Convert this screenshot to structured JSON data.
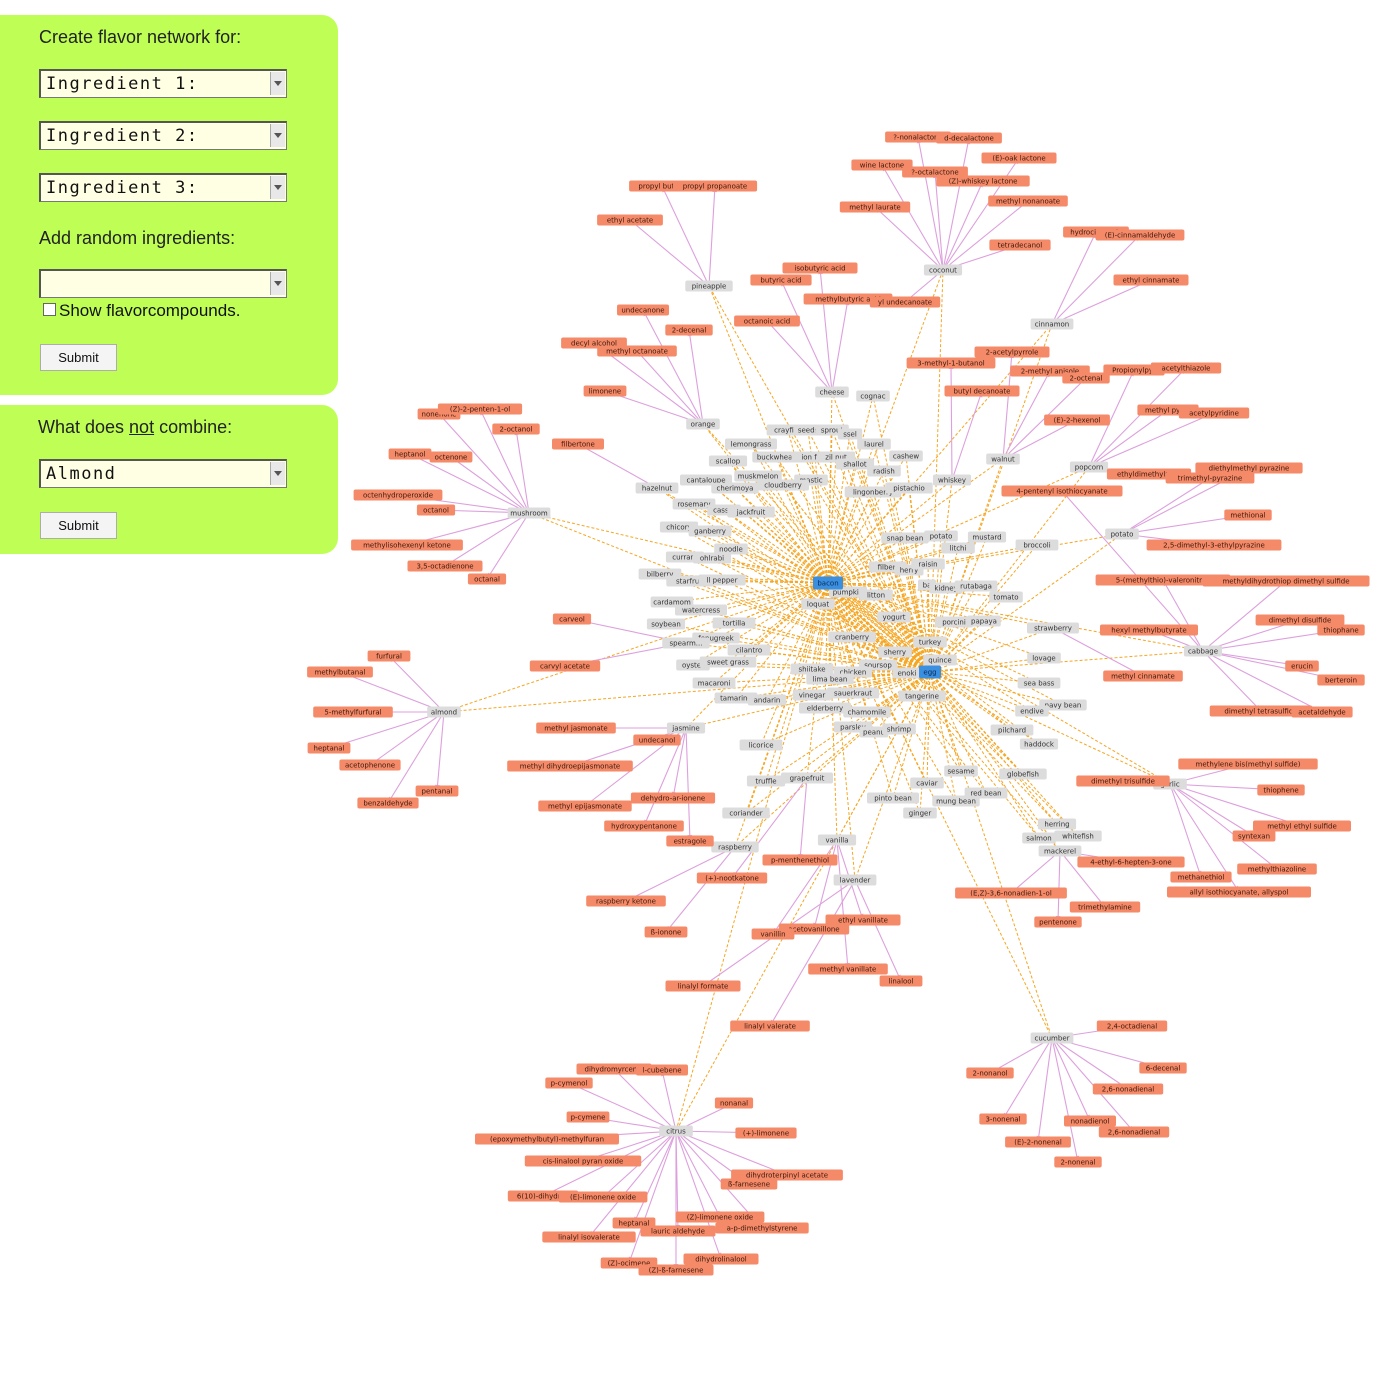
{
  "form": {
    "title": "Create flavor network for:",
    "ingredient1": "Ingredient 1:",
    "ingredient2": "Ingredient 2:",
    "ingredient3": "Ingredient 3:",
    "random_label": "Add random ingredients:",
    "random_value": "",
    "show_compounds": "Show flavorcompounds.",
    "submit": "Submit"
  },
  "notcombine": {
    "title_prefix": "What does ",
    "title_emph": "not",
    "title_suffix": " combine:",
    "selected": "Almond",
    "submit": "Submit"
  },
  "colors": {
    "panel": "#bfff55",
    "center_node": "#3a8fe0",
    "ingredient_node": "#dcdcdc",
    "compound_node": "#f58a68",
    "center_edge": "#f5a623",
    "compound_edge": "#dda0dd"
  },
  "graph": {
    "centers": [
      "bacon",
      "egg"
    ],
    "ingredients": [
      "pineapple",
      "coconut",
      "cinnamon",
      "cheese",
      "cognac",
      "orange",
      "mushroom",
      "almond",
      "walnut",
      "popcorn",
      "potato",
      "cabbage",
      "garlic",
      "whiskey",
      "citrus",
      "cucumber",
      "mackerel",
      "herring",
      "salmon",
      "whitefish",
      "lavender",
      "vanilla",
      "raspberry",
      "jasmine",
      "crayfish",
      "seeds",
      "sprout",
      "ssel",
      "laurel",
      "lemongrass",
      "buckwheat",
      "ion fruit",
      "zil nut",
      "shallot",
      "cashew",
      "scallop",
      "radish",
      "muskmelon",
      "mastic",
      "hazelnut",
      "cantaloupe",
      "cherimoya",
      "cloudberry",
      "lingonberry",
      "pistachio",
      "rosemary",
      "cassia",
      "jackfruit",
      "chicory",
      "ganberry",
      "noodle",
      "snap bean",
      "potato",
      "litchi",
      "mustard",
      "broccoli",
      "currant",
      "ohlrabi",
      "filbert",
      "herry",
      "raisin",
      "bilberry",
      "starfruit",
      "ll pepper",
      "pumpkin",
      "litton",
      "ba",
      "kidney",
      "rutabaga",
      "tomato",
      "cardamom",
      "watercress",
      "loquat",
      "tortilla",
      "yogurt",
      "porcini",
      "papaya",
      "strawberry",
      "soybean",
      "fenugreek",
      "spearm...",
      "cranberry",
      "turkey",
      "cilantro",
      "sherry",
      "quince",
      "lovage",
      "oyster",
      "sweet grass",
      "shiitake",
      "soursop",
      "chicken",
      "enoki",
      "lima bean",
      "sea bass",
      "macaroni",
      "sauerkraut",
      "tangerine",
      "vinegar",
      "tamarind",
      "andarin",
      "elderberry",
      "chamomile",
      "navy bean",
      "endive",
      "parsley",
      "peanu",
      "shrimp",
      "pilchard",
      "licorice",
      "haddock",
      "sesame",
      "truffle",
      "grapefruit",
      "globefish",
      "caviar",
      "red bean",
      "pinto bean",
      "mung bean",
      "ginger",
      "coriander"
    ],
    "compounds": [
      "?-nonalactone",
      "d-decalactone",
      "wine lactone",
      "?-octalactone",
      "(E)-oak lactone",
      "(Z)-whiskey lactone",
      "methyl laurate",
      "methyl nonanoate",
      "tetradecanol",
      "propyl butyra",
      "propyl propanoate",
      "ethyl acetate",
      "isobutyric acid",
      "butyric acid",
      "methylbutyric acid",
      "yl undecanoate",
      "hydrocinnamic",
      "(E)-cinnamaldehyde",
      "ethyl cinnamate",
      "octanoic acid",
      "undecanone",
      "2-decenal",
      "decyl alcohol",
      "methyl octanoate",
      "limonene",
      "3-methyl-1-butanol",
      "2-acetylpyrrole",
      "2-methyl anisole",
      "2-octenal",
      "Propionylpyr",
      "acetylthiazole",
      "butyl decanoate",
      "(E)-2-hexenol",
      "methyl pyraz",
      "acetylpyridine",
      "ethyldimethylpyra",
      "diethylmethyl pyrazine",
      "trimethyl-pyrazine",
      "4-pentenyl isothiocyanate",
      "methional",
      "2,5-dimethyl-3-ethylpyrazine",
      "nonenone",
      "(Z)-2-penten-1-ol",
      "2-octanol",
      "filbertone",
      "heptanol",
      "octenone",
      "octenhydroperoxide",
      "octanol",
      "methylisohexenyl ketone",
      "3,5-octadienone",
      "octanal",
      "pentanal",
      "5-(methylthio)-valeronitrile",
      "methyldihydrothiop dimethyl sulfide",
      "dimethyl disulfide",
      "thiophane",
      "hexyl methylbutyrate",
      "erucin",
      "berteroin",
      "methyl cinnamate",
      "dimethyl tetrasulfide",
      "acetaldehyde",
      "carveol",
      "carvyl acetate",
      "furfural",
      "methylbutanal",
      "5-methylfurfural",
      "heptanal",
      "acetophenone",
      "benzaldehyde",
      "methyl jasmonate",
      "undecanol",
      "methyl dihydroepijasmonate",
      "dehydro-ar-ionene",
      "methyl epijasmonate",
      "hydroxypentanone",
      "estragole",
      "methylene bis(methyl sulfide)",
      "dimethyl trisulfide",
      "thiophene",
      "methyl ethyl sulfide",
      "syntexan",
      "methylthiazoline",
      "methanethiol",
      "allyl isothiocyanate, allyspol",
      "4-ethyl-6-hepten-3-one",
      "(E,Z)-3,6-nonadien-1-ol",
      "trimethylamine",
      "pentenone",
      "p-menthenethiol",
      "(+)-nootkatone",
      "raspberry ketone",
      "ß-ionone",
      "ethyl vanillate",
      "acetovanillone",
      "vanillin",
      "methyl vanillate",
      "linalool",
      "linalyl formate",
      "linalyl valerate",
      "2,4-octadienal",
      "6-decenal",
      "2,6-nonadienal",
      "2-nonanol",
      "3-nonenal",
      "nonadienol",
      "2,6-nonadienal",
      "(E)-2-nonenal",
      "2-nonenal",
      "dihydromyrcenol",
      "l-cubebene",
      "p-cymenol",
      "nonanal",
      "p-cymene",
      "(+)-limonene",
      "(epoxymethylbutyl)-methylfuran",
      "cis-linalool pyran oxide",
      "dihydroterpinyl acetate",
      "ß-farnesene",
      "6(10)-dihydron",
      "(E)-limonene oxide",
      "(Z)-limonene oxide",
      "heptanal",
      "a-p-dimethylstyrene",
      "lauric aldehyde",
      "linalyl isovalerate",
      "dihydrolinalool",
      "(Z)-ocimene",
      "(Z)-ß-farnesene"
    ]
  }
}
